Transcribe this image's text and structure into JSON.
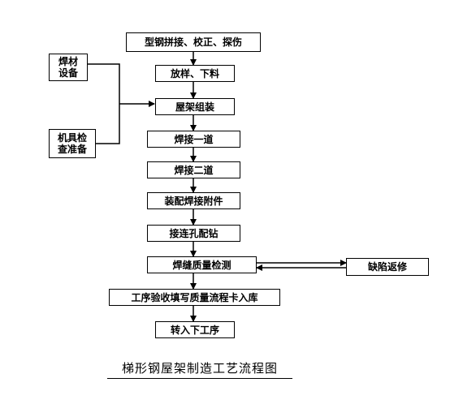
{
  "flowchart": {
    "steps": [
      "型钢拼接、校正、探伤",
      "放样、下料",
      "屋架组装",
      "焊接一道",
      "焊接二道",
      "装配焊接附件",
      "接连孔配钻",
      "焊缝质量检测",
      "工序验收填写质量流程卡入库",
      "转入下工序"
    ],
    "inputs": {
      "welding_materials": [
        "焊材",
        "设备"
      ],
      "tools_check": [
        "机具检",
        "查准备"
      ]
    },
    "repair": "缺陷返修"
  },
  "caption": "梯形钢屋架制造工艺流程图"
}
